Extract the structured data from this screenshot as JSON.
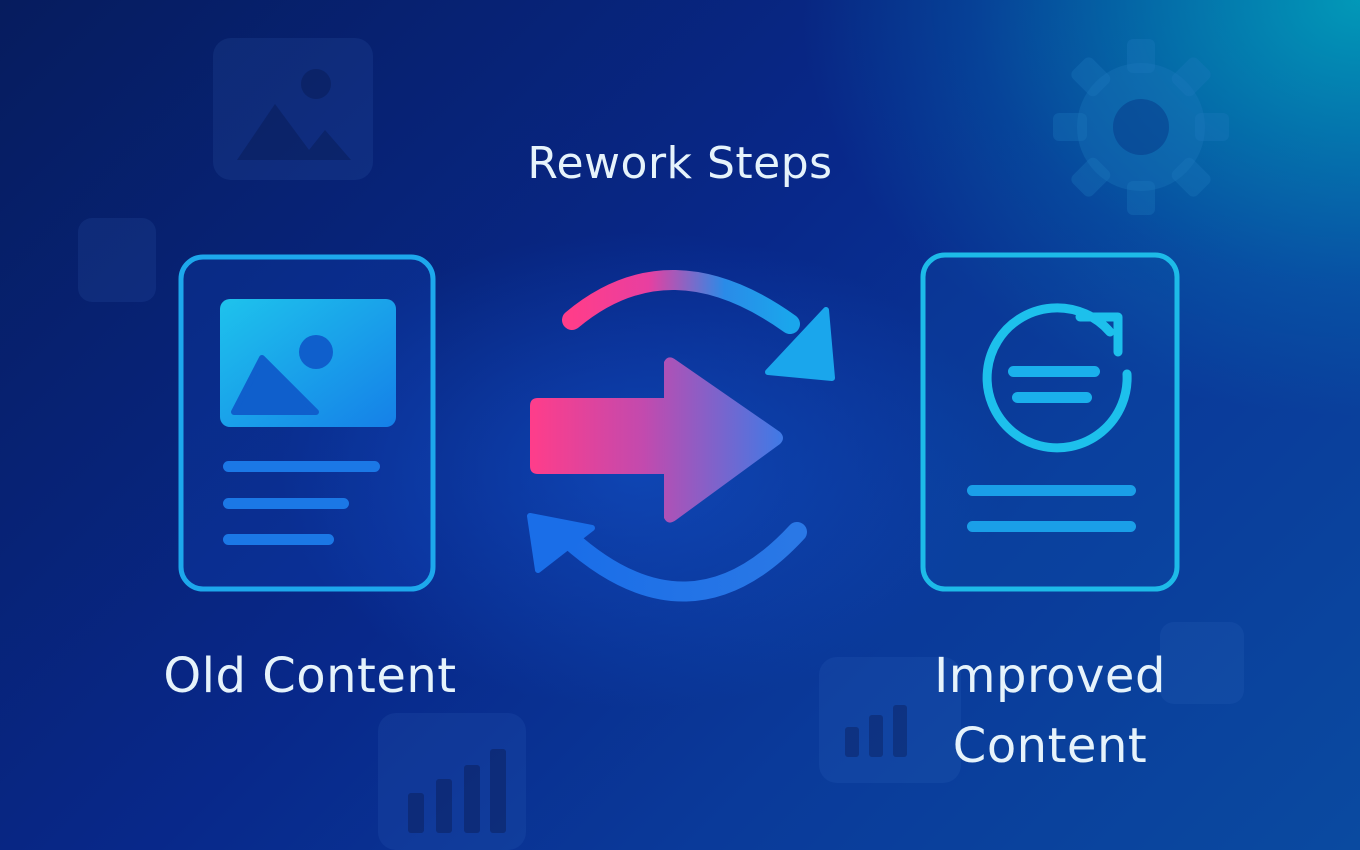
{
  "title": "Rework Steps",
  "old_content": {
    "label": "Old Content"
  },
  "improved_content": {
    "label_line1": "Improved",
    "label_line2": "Content"
  },
  "icons": {
    "background": [
      "image-icon",
      "gear-icon",
      "bar-chart-icon",
      "bar-chart-icon"
    ],
    "old_document": "document-with-image-icon",
    "improved_document": "document-refresh-icon",
    "center": [
      "cycle-arrows-icon",
      "right-arrow-icon"
    ]
  },
  "colors": {
    "accent_pink": "#ff3d8a",
    "accent_cyan": "#19b8f0",
    "text": "#e6f3fb",
    "background_dark": "#061c5e",
    "background_teal": "#0aa0b8"
  }
}
